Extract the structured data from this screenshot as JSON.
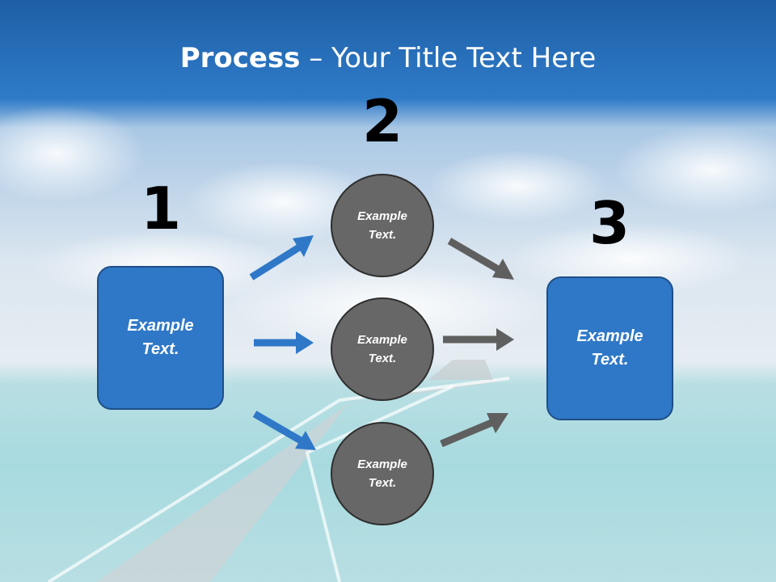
{
  "slide": {
    "title_bold": "Process",
    "title_rest": " – Your Title Text Here",
    "step_numbers": [
      "1",
      "2",
      "3"
    ],
    "left_box": "Example Text.",
    "right_box": "Example Text.",
    "circles": [
      "Example Text.",
      "Example Text.",
      "Example Text."
    ]
  },
  "colors": {
    "title_band": "#2a6db5",
    "box_fill": "#2f78c8",
    "circle_fill": "#676767",
    "blue_arrow": "#2f78c8",
    "gray_arrow": "#5f5f5f"
  },
  "icons": [
    "arrow-icon"
  ]
}
